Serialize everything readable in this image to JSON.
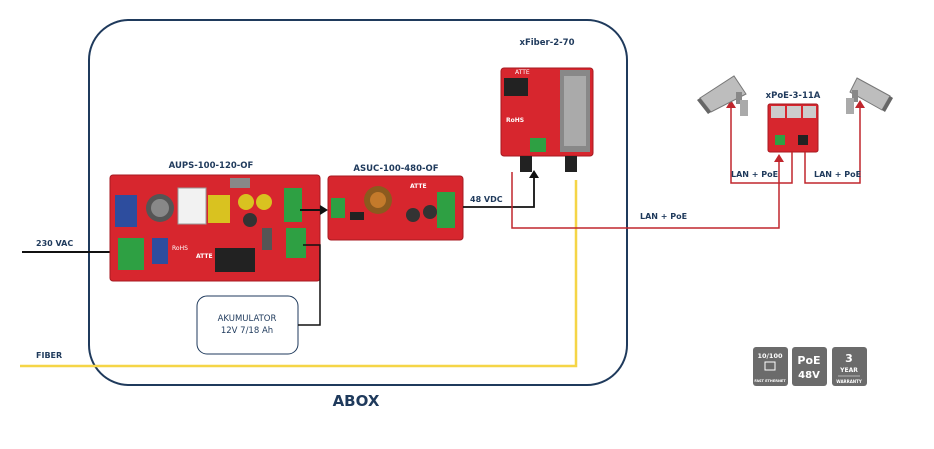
{
  "box": {
    "label": "ABOX"
  },
  "inputs": {
    "ac": "230 VAC",
    "fiber": "FIBER"
  },
  "devices": {
    "aups": {
      "name": "AUPS-100-120-OF",
      "silk_brand": "ATTE",
      "silk_rohs": "RoHS"
    },
    "asuc": {
      "name": "ASUC-100-480-OF",
      "silk_brand": "ATTE"
    },
    "xfiber": {
      "name": "xFiber-2-70",
      "silk_brand": "ATTE",
      "silk_rohs": "RoHS"
    },
    "xpoe": {
      "name": "xPoE-3-11A"
    },
    "battery": {
      "line1": "AKUMULATOR",
      "line2": "12V 7/18 Ah"
    }
  },
  "links": {
    "dc": "48 VDC",
    "lan_main": "LAN + PoE",
    "lan_left": "LAN + PoE",
    "lan_right": "LAN + PoE"
  },
  "badges": {
    "speed": {
      "top": "10/100",
      "bottom": "FAST ETHERNET"
    },
    "poe": {
      "top": "PoE",
      "bottom": "48V"
    },
    "warranty": {
      "top": "3",
      "mid": "YEAR",
      "bottom": "WARRANTY"
    }
  },
  "colors": {
    "frame": "#1f3a5c",
    "fiber": "#f5d547",
    "lan": "#c0262d",
    "wire": "#111111",
    "pcb": "#d7262e",
    "badge": "#6b6b6b"
  }
}
